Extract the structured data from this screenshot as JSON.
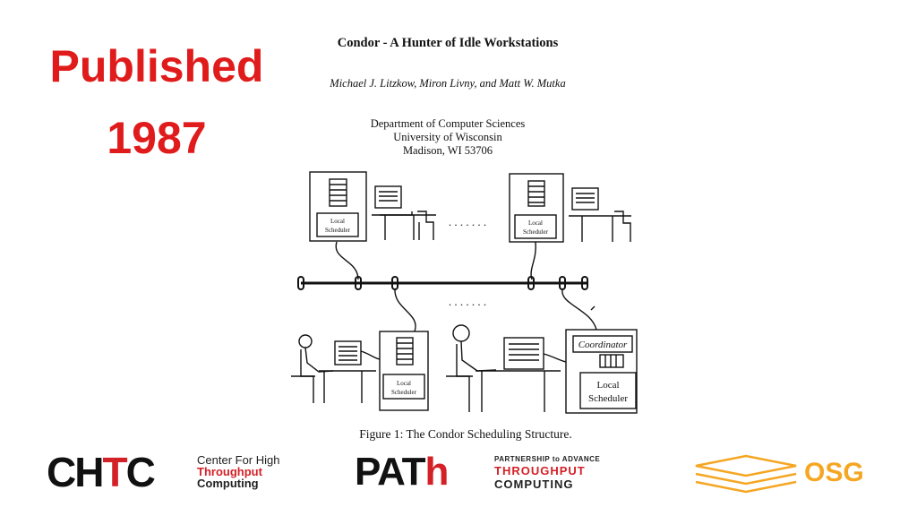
{
  "slide": {
    "heading_line1": "Published",
    "heading_line2": "1987"
  },
  "paper": {
    "title": "Condor - A Hunter of Idle Workstations",
    "authors": "Michael J. Litzkow, Miron Livny, and Matt W. Mutka",
    "affiliation_line1": "Department of Computer Sciences",
    "affiliation_line2": "University of Wisconsin",
    "affiliation_line3": "Madison, WI  53706"
  },
  "figure": {
    "local_scheduler_line1": "Local",
    "local_scheduler_line2": "Scheduler",
    "coordinator": "Coordinator",
    "ellipsis": ". . . . . . .",
    "caption": "Figure 1:  The Condor Scheduling Structure."
  },
  "logos": {
    "chtc_mark": "CHTC",
    "chtc_line1": "Center For High",
    "chtc_line2": "Throughput",
    "chtc_line3": "Computing",
    "path_mark": "PATh",
    "path_line1": "PARTNERSHIP to ADVANCE",
    "path_line2": "THROUGHPUT",
    "path_line3": "COMPUTING",
    "osg_mark": "OSG"
  },
  "colors": {
    "heading_red": "#e01b1b",
    "logo_red": "#d42027",
    "osg_orange": "#f5a623"
  }
}
